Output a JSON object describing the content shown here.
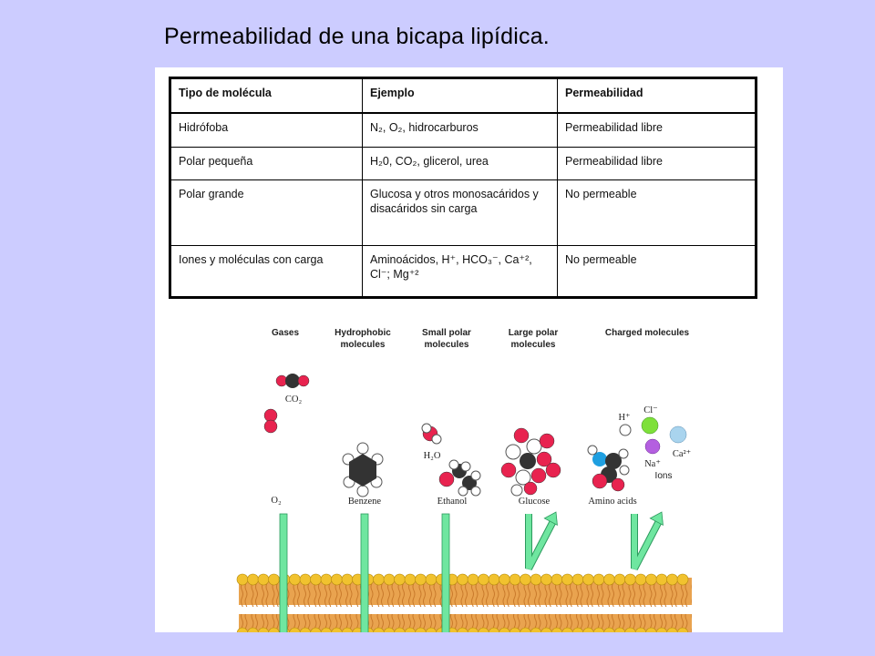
{
  "title": "Permeabilidad de una bicapa lipídica.",
  "table": {
    "headers": [
      "Tipo de molécula",
      "Ejemplo",
      "Permeabilidad"
    ],
    "rows": [
      {
        "tipo": "Hidrófoba",
        "ejemplo": "N₂, O₂, hidrocarburos",
        "permeabilidad": "Permeabilidad libre"
      },
      {
        "tipo": "Polar pequeña",
        "ejemplo": "H₂0, CO₂, glicerol, urea",
        "permeabilidad": "Permeabilidad libre"
      },
      {
        "tipo": "Polar grande",
        "ejemplo": "Glucosa y otros monosacáridos y disacáridos sin carga",
        "permeabilidad": "No permeable"
      },
      {
        "tipo": "Iones y moléculas con carga",
        "ejemplo": "Aminoácidos, H⁺, HCO₃⁻, Ca⁺², Cl⁻; Mg⁺²",
        "permeabilidad": "No permeable"
      }
    ]
  },
  "diagram": {
    "categories": [
      {
        "label_line1": "Gases",
        "label_line2": "",
        "molecules": [
          "CO₂",
          "O₂"
        ],
        "crosses_membrane": true
      },
      {
        "label_line1": "Hydrophobic",
        "label_line2": "molecules",
        "molecules": [
          "Benzene"
        ],
        "crosses_membrane": true
      },
      {
        "label_line1": "Small polar",
        "label_line2": "molecules",
        "molecules": [
          "H₂O",
          "Ethanol"
        ],
        "crosses_membrane": true
      },
      {
        "label_line1": "Large polar",
        "label_line2": "molecules",
        "molecules": [
          "Glucose"
        ],
        "crosses_membrane": false
      },
      {
        "label_line1": "Charged molecules",
        "label_line2": "",
        "molecules": [
          "Amino acids"
        ],
        "crosses_membrane": false
      }
    ],
    "ions": {
      "h": "H⁺",
      "cl": "Cl⁻",
      "na": "Na⁺",
      "ca": "Ca²⁺",
      "label": "Ions"
    },
    "colors": {
      "arrow": "#6fe6a0",
      "arrow_outline": "#2d9a5e",
      "head_group": "#f1c22e",
      "tail_region": "#e9a34f",
      "oxygen": "#e8234f",
      "carbon": "#333333",
      "nitrogen": "#1f9fe0",
      "chloride": "#7ee03a",
      "sodium": "#b45fe0",
      "calcium": "#a9d4ee"
    }
  }
}
